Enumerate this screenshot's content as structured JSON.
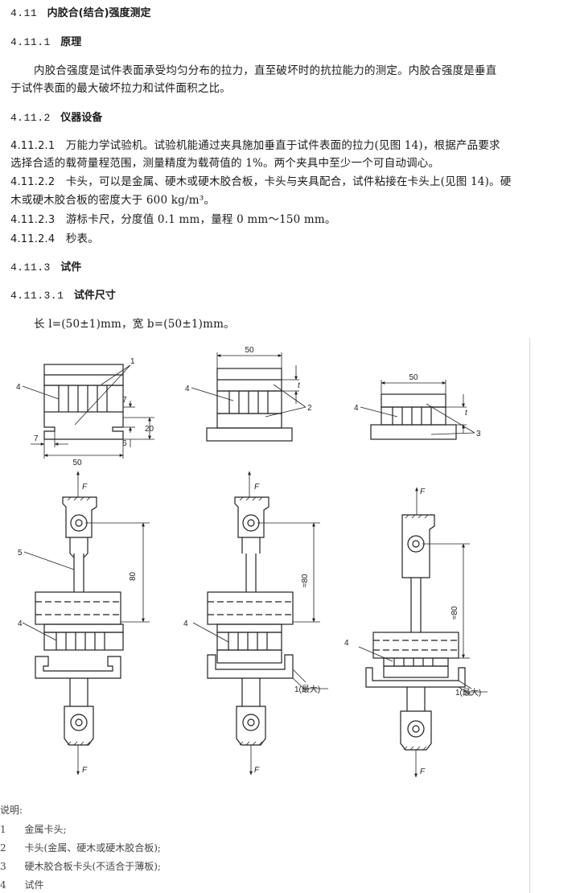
{
  "sections": {
    "s411": {
      "num": "4.11",
      "title": "内胶合(结合)强度测定"
    },
    "s4111": {
      "num": "4.11.1",
      "title": "原理"
    },
    "principle": [
      "内胶合强度是试件表面承受均匀分布的拉力，直至破坏时的抗拉能力的测定。内胶合强度是垂直",
      "于试件表面的最大破坏拉力和试件面积之比。"
    ],
    "s4112": {
      "num": "4.11.2",
      "title": "仪器设备"
    },
    "i1": {
      "num": "4.11.2.1",
      "lines": [
        "万能力学试验机。试验机能通过夹具施加垂直于试件表面的拉力(见图 14)，根据产品要求",
        "选择合适的载荷量程范围，测量精度为载荷值的 1%。两个夹具中至少一个可自动调心。"
      ]
    },
    "i2": {
      "num": "4.11.2.2",
      "lines": [
        "卡头，可以是金属、硬木或硬木胶合板，卡头与夹具配合，试件粘接在卡头上(见图 14)。硬",
        "木或硬木胶合板的密度大于 600 kg/m³。"
      ]
    },
    "i3": {
      "num": "4.11.2.3",
      "text": "游标卡尺，分度值 0.1 mm，量程 0 mm～150 mm。"
    },
    "i4": {
      "num": "4.11.2.4",
      "text": "秒表。"
    },
    "s4113": {
      "num": "4.11.3",
      "title": "试件"
    },
    "s41131": {
      "num": "4.11.3.1",
      "title": "试件尺寸"
    },
    "size_line": "长 l=(50±1)mm，宽 b=(50±1)mm。"
  },
  "figure": {
    "dims": {
      "d50": "50",
      "d7": "7",
      "d20": "20",
      "d6": "6",
      "dt": "t"
    },
    "labels": {
      "n1": "1",
      "n2": "2",
      "n3": "3",
      "n4": "4",
      "n5": "5",
      "force": "F",
      "max1": "1(最大)",
      "l80": "≈80",
      "l80b": "80"
    }
  },
  "legend": {
    "title": "说明:",
    "items": [
      {
        "num": "1",
        "text": "金属卡头;"
      },
      {
        "num": "2",
        "text": "卡头(金属、硬木或硬木胶合板);"
      },
      {
        "num": "3",
        "text": "硬木胶合板卡头(不适合于薄板);"
      },
      {
        "num": "4",
        "text": "试件"
      }
    ]
  }
}
